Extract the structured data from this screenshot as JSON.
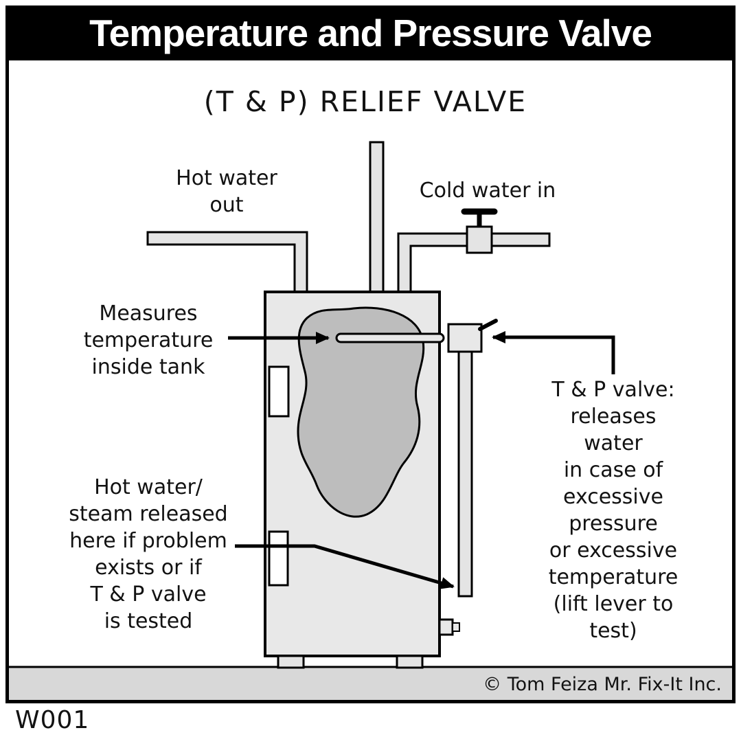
{
  "header": {
    "title": "Temperature and Pressure Valve"
  },
  "diagram": {
    "title": "(T & P) RELIEF VALVE",
    "labels": {
      "hot_water_out": "Hot water\nout",
      "cold_water_in": "Cold water in",
      "measures_temperature": "Measures\ntemperature\ninside tank",
      "tp_valve_note": "T & P valve:\nreleases water\nin case of\nexcessive pressure\nor excessive\ntemperature\n(lift lever to test)",
      "discharge_note": "Hot water/\nsteam released\nhere if problem\nexists or if\nT & P valve\nis tested"
    }
  },
  "footer": {
    "copyright": "© Tom Feiza Mr. Fix-It Inc.",
    "code": "W001"
  },
  "colors": {
    "header_bg": "#000000",
    "header_text": "#ffffff",
    "tank_fill": "#e8e8e8",
    "blob_fill": "#bdbdbd",
    "pipe_fill": "#e4e4e4",
    "floor_fill": "#d8d8d8",
    "line": "#000000"
  }
}
